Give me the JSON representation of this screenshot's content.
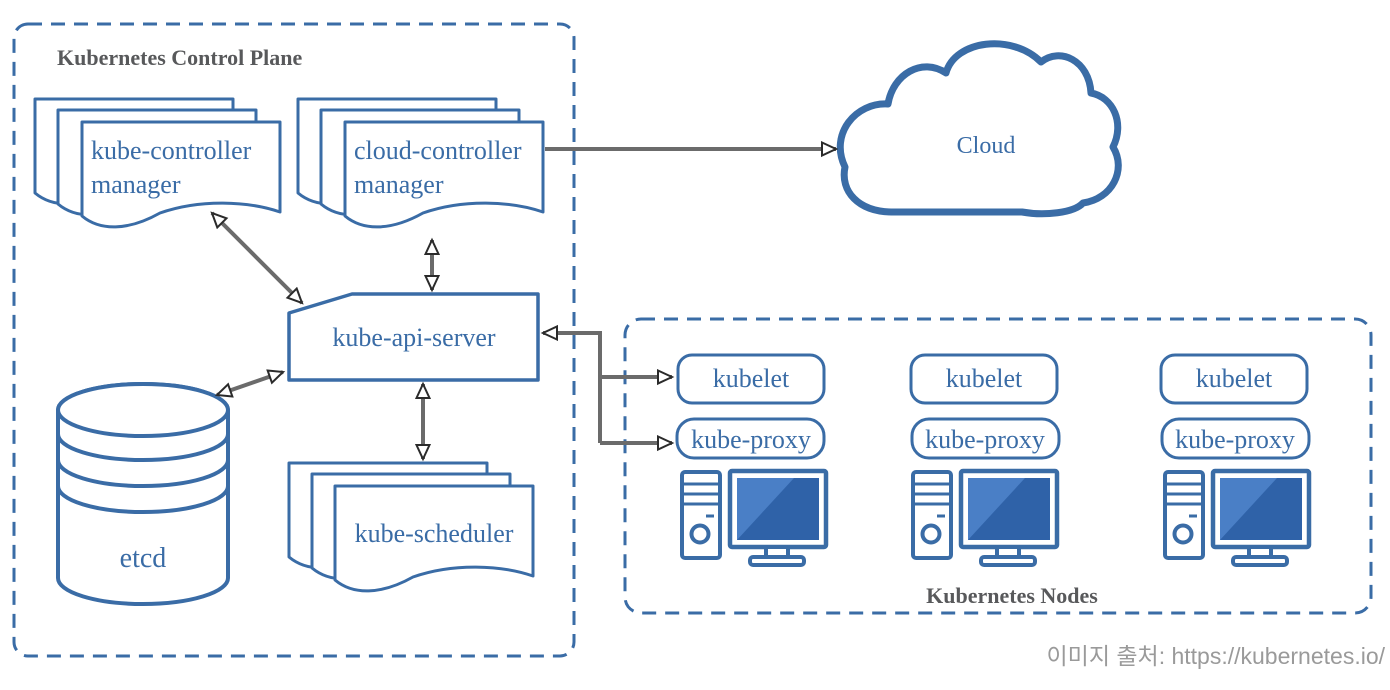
{
  "control_plane": {
    "title": "Kubernetes Control Plane",
    "kube_controller_manager": {
      "line1": "kube-controller",
      "line2": "manager"
    },
    "cloud_controller_manager": {
      "line1": "cloud-controller",
      "line2": "manager"
    },
    "kube_api_server": {
      "label": "kube-api-server"
    },
    "etcd": {
      "label": "etcd"
    },
    "kube_scheduler": {
      "label": "kube-scheduler"
    }
  },
  "cloud": {
    "label": "Cloud"
  },
  "nodes": {
    "title": "Kubernetes Nodes",
    "columns": [
      {
        "kubelet_label": "kubelet",
        "kube_proxy_label": "kube-proxy"
      },
      {
        "kubelet_label": "kubelet",
        "kube_proxy_label": "kube-proxy"
      },
      {
        "kubelet_label": "kubelet",
        "kube_proxy_label": "kube-proxy"
      }
    ]
  },
  "caption": {
    "text": "이미지 출처: https://kubernetes.io/"
  },
  "colors": {
    "diagram_blue": "#3a6ca6",
    "screen_fill": "#2f62a8",
    "screen_highlight": "#4a7fc6",
    "arrow_line": "#6b6b6b",
    "arrowhead_outline": "#2b2b2b",
    "heading_gray": "#58595b",
    "caption_gray": "#9a9a9a",
    "background": "#ffffff"
  }
}
